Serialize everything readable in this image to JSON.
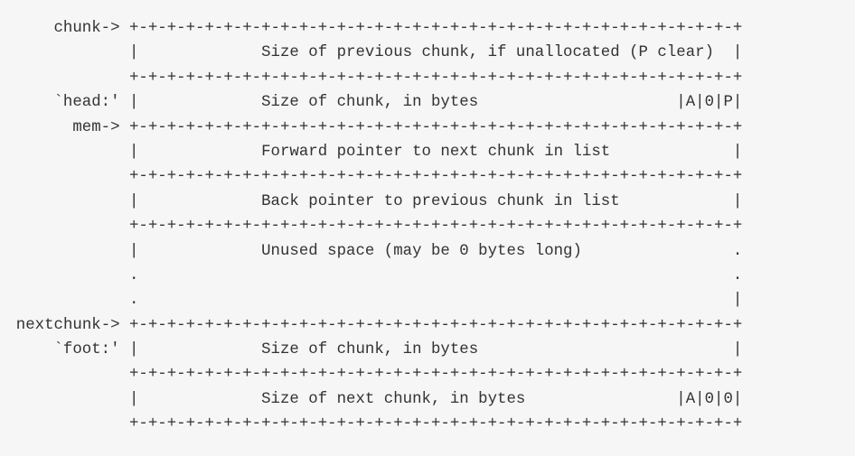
{
  "diagram": {
    "lines": [
      {
        "label": "chunk-> ",
        "text": "+-+-+-+-+-+-+-+-+-+-+-+-+-+-+-+-+-+-+-+-+-+-+-+-+-+-+-+-+-+-+-+-+"
      },
      {
        "label": "",
        "text": "|             Size of previous chunk, if unallocated (P clear)  |"
      },
      {
        "label": "",
        "text": "+-+-+-+-+-+-+-+-+-+-+-+-+-+-+-+-+-+-+-+-+-+-+-+-+-+-+-+-+-+-+-+-+"
      },
      {
        "label": "`head:' ",
        "text": "|             Size of chunk, in bytes                     |A|0|P|"
      },
      {
        "label": "mem-> ",
        "text": "+-+-+-+-+-+-+-+-+-+-+-+-+-+-+-+-+-+-+-+-+-+-+-+-+-+-+-+-+-+-+-+-+"
      },
      {
        "label": "",
        "text": "|             Forward pointer to next chunk in list             |"
      },
      {
        "label": "",
        "text": "+-+-+-+-+-+-+-+-+-+-+-+-+-+-+-+-+-+-+-+-+-+-+-+-+-+-+-+-+-+-+-+-+"
      },
      {
        "label": "",
        "text": "|             Back pointer to previous chunk in list            |"
      },
      {
        "label": "",
        "text": "+-+-+-+-+-+-+-+-+-+-+-+-+-+-+-+-+-+-+-+-+-+-+-+-+-+-+-+-+-+-+-+-+"
      },
      {
        "label": "",
        "text": "|             Unused space (may be 0 bytes long)                ."
      },
      {
        "label": "",
        "text": ".                                                               ."
      },
      {
        "label": "",
        "text": ".                                                               |"
      },
      {
        "label": "nextchunk-> ",
        "text": "+-+-+-+-+-+-+-+-+-+-+-+-+-+-+-+-+-+-+-+-+-+-+-+-+-+-+-+-+-+-+-+-+"
      },
      {
        "label": "`foot:' ",
        "text": "|             Size of chunk, in bytes                           |"
      },
      {
        "label": "",
        "text": "+-+-+-+-+-+-+-+-+-+-+-+-+-+-+-+-+-+-+-+-+-+-+-+-+-+-+-+-+-+-+-+-+"
      },
      {
        "label": "",
        "text": "|             Size of next chunk, in bytes                |A|0|0|"
      },
      {
        "label": "",
        "text": "+-+-+-+-+-+-+-+-+-+-+-+-+-+-+-+-+-+-+-+-+-+-+-+-+-+-+-+-+-+-+-+-+"
      }
    ]
  },
  "colors": {
    "background": "#f6f6f6",
    "text": "#333333"
  }
}
